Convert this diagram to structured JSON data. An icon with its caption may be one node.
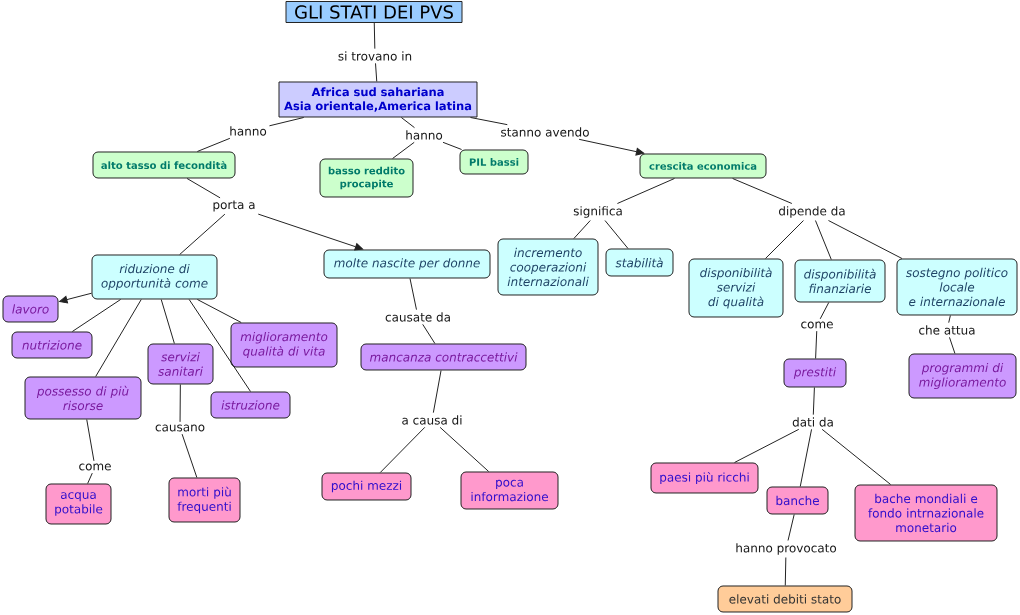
{
  "diagram": {
    "nodes": [
      {
        "text": [
          "GLI STATI DEI PVS"
        ]
      },
      {
        "text": [
          "si trovano in"
        ]
      },
      {
        "text": [
          "Africa sud sahariana Asia orientale,America latina"
        ]
      },
      {
        "text": [
          "hanno"
        ]
      },
      {
        "text": [
          "hanno"
        ]
      },
      {
        "text": [
          "stanno avendo"
        ]
      },
      {
        "text": [
          "alto tasso di fecondità"
        ]
      },
      {
        "text": [
          "basso reddito procapite"
        ]
      },
      {
        "text": [
          "PIL bassi"
        ]
      },
      {
        "text": [
          "crescita economica"
        ]
      },
      {
        "text": [
          "porta a"
        ]
      },
      {
        "text": [
          "significa"
        ]
      },
      {
        "text": [
          "dipende da"
        ]
      },
      {
        "text": [
          "riduzione di opportunità come"
        ]
      },
      {
        "text": [
          "molte nascite per donne"
        ]
      },
      {
        "text": [
          "incremento cooperazioni internazionali"
        ]
      },
      {
        "text": [
          "stabilità"
        ]
      },
      {
        "text": [
          "disponibilità servizi di qualità"
        ]
      },
      {
        "text": [
          "disponibilità finanziarie"
        ]
      },
      {
        "text": [
          "sostegno politico locale e internazionale"
        ]
      },
      {
        "text": [
          "lavoro"
        ]
      },
      {
        "text": [
          "nutrizione"
        ]
      },
      {
        "text": [
          "servizi sanitari"
        ]
      },
      {
        "text": [
          "miglioramento qualità di vita"
        ]
      },
      {
        "text": [
          "possesso di più risorse"
        ]
      },
      {
        "text": [
          "istruzione"
        ]
      },
      {
        "text": [
          "causate da"
        ]
      },
      {
        "text": [
          "mancanza contraccettivi"
        ]
      },
      {
        "text": [
          "come"
        ]
      },
      {
        "text": [
          "che attua"
        ]
      },
      {
        "text": [
          "prestiti"
        ]
      },
      {
        "text": [
          "programmi di miglioramento"
        ]
      },
      {
        "text": [
          "causano"
        ]
      },
      {
        "text": [
          "a causa di"
        ]
      },
      {
        "text": [
          "dati da"
        ]
      },
      {
        "text": [
          "come"
        ]
      },
      {
        "text": [
          "acqua potabile"
        ]
      },
      {
        "text": [
          "morti più frequenti"
        ]
      },
      {
        "text": [
          "pochi mezzi"
        ]
      },
      {
        "text": [
          "poca informazione"
        ]
      },
      {
        "text": [
          "paesi più ricchi"
        ]
      },
      {
        "text": [
          "banche"
        ]
      },
      {
        "text": [
          "bache mondiali e fondo intrnazionale monetario"
        ]
      },
      {
        "text": [
          "hanno provocato"
        ]
      },
      {
        "text": [
          "elevati debiti stato"
        ]
      }
    ],
    "edges": [
      {
        "from": 0,
        "to": 1,
        "arrow": "none"
      },
      {
        "from": 1,
        "to": 2,
        "arrow": "none"
      },
      {
        "from": 2,
        "to": 3,
        "arrow": "none"
      },
      {
        "from": 3,
        "to": 6,
        "arrow": "none"
      },
      {
        "from": 2,
        "to": 4,
        "arrow": "none"
      },
      {
        "from": 4,
        "to": 7,
        "arrow": "none"
      },
      {
        "from": 4,
        "to": 8,
        "arrow": "none"
      },
      {
        "from": 2,
        "to": 5,
        "arrow": "none"
      },
      {
        "from": 5,
        "to": 9,
        "arrow": "to"
      },
      {
        "from": 6,
        "to": 10,
        "arrow": "none"
      },
      {
        "from": 10,
        "to": 13,
        "arrow": "none"
      },
      {
        "from": 10,
        "to": 14,
        "arrow": "to"
      },
      {
        "from": 9,
        "to": 11,
        "arrow": "none"
      },
      {
        "from": 11,
        "to": 15,
        "arrow": "none"
      },
      {
        "from": 11,
        "to": 16,
        "arrow": "none"
      },
      {
        "from": 9,
        "to": 12,
        "arrow": "none"
      },
      {
        "from": 12,
        "to": 17,
        "arrow": "none"
      },
      {
        "from": 12,
        "to": 18,
        "arrow": "none"
      },
      {
        "from": 12,
        "to": 19,
        "arrow": "none"
      },
      {
        "from": 13,
        "to": 20,
        "arrow": "to"
      },
      {
        "from": 13,
        "to": 21,
        "arrow": "none"
      },
      {
        "from": 13,
        "to": 24,
        "arrow": "none"
      },
      {
        "from": 13,
        "to": 22,
        "arrow": "none"
      },
      {
        "from": 13,
        "to": 25,
        "arrow": "none"
      },
      {
        "from": 13,
        "to": 23,
        "arrow": "none"
      },
      {
        "from": 14,
        "to": 26,
        "arrow": "none"
      },
      {
        "from": 26,
        "to": 27,
        "arrow": "none"
      },
      {
        "from": 27,
        "to": 33,
        "arrow": "none"
      },
      {
        "from": 33,
        "to": 38,
        "arrow": "none"
      },
      {
        "from": 33,
        "to": 39,
        "arrow": "none"
      },
      {
        "from": 22,
        "to": 32,
        "arrow": "none"
      },
      {
        "from": 32,
        "to": 37,
        "arrow": "none"
      },
      {
        "from": 24,
        "to": 35,
        "arrow": "none"
      },
      {
        "from": 35,
        "to": 36,
        "arrow": "none"
      },
      {
        "from": 18,
        "to": 28,
        "arrow": "none"
      },
      {
        "from": 28,
        "to": 30,
        "arrow": "none"
      },
      {
        "from": 19,
        "to": 29,
        "arrow": "none"
      },
      {
        "from": 29,
        "to": 31,
        "arrow": "none"
      },
      {
        "from": 30,
        "to": 34,
        "arrow": "none"
      },
      {
        "from": 34,
        "to": 40,
        "arrow": "none"
      },
      {
        "from": 34,
        "to": 41,
        "arrow": "none"
      },
      {
        "from": 34,
        "to": 42,
        "arrow": "none"
      },
      {
        "from": 41,
        "to": 43,
        "arrow": "none"
      },
      {
        "from": 43,
        "to": 44,
        "arrow": "none"
      }
    ]
  }
}
